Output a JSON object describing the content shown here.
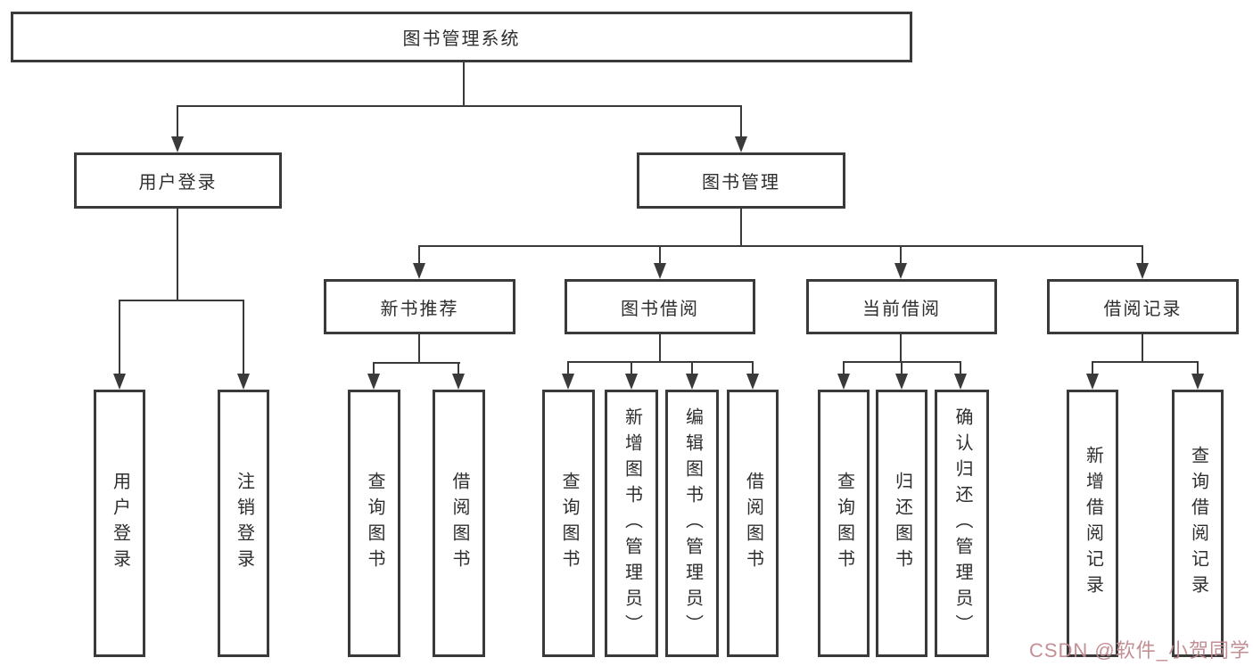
{
  "colors": {
    "background": "#ffffff",
    "line": "#3a3a3a",
    "box_border": "#3a3a3a",
    "text": "#2e2e2e",
    "watermark": "#c08a90"
  },
  "tree": {
    "root": {
      "label": "图书管理系统",
      "children": [
        {
          "label": "用户登录",
          "children": [
            {
              "label": "用户登录"
            },
            {
              "label": "注销登录"
            }
          ]
        },
        {
          "label": "图书管理",
          "children": [
            {
              "label": "新书推荐",
              "children": [
                {
                  "label": "查询图书"
                },
                {
                  "label": "借阅图书"
                }
              ]
            },
            {
              "label": "图书借阅",
              "children": [
                {
                  "label": "查询图书"
                },
                {
                  "label": "新增图书（管理员）"
                },
                {
                  "label": "编辑图书（管理员）"
                },
                {
                  "label": "借阅图书"
                }
              ]
            },
            {
              "label": "当前借阅",
              "children": [
                {
                  "label": "查询图书"
                },
                {
                  "label": "归还图书"
                },
                {
                  "label": "确认归还（管理员）"
                }
              ]
            },
            {
              "label": "借阅记录",
              "children": [
                {
                  "label": "新增借阅记录"
                },
                {
                  "label": "查询借阅记录"
                }
              ]
            }
          ]
        }
      ]
    }
  },
  "watermark": {
    "text": "CSDN @软件_小贺同学"
  }
}
